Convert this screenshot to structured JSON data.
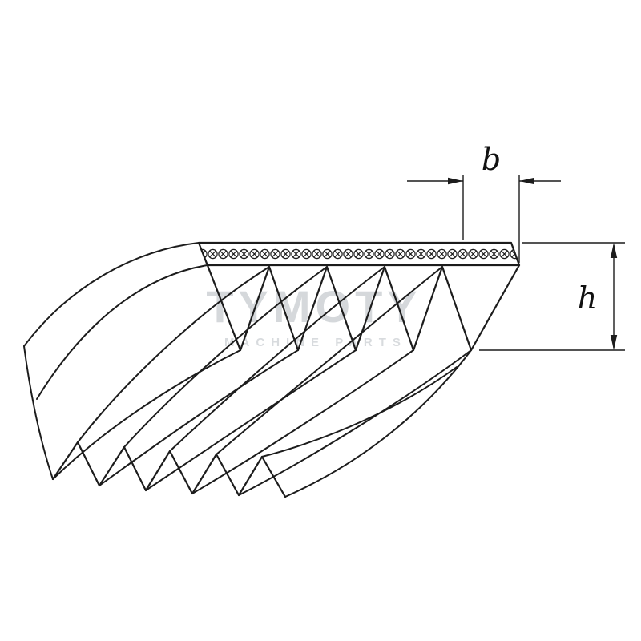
{
  "diagram": {
    "type": "poly-v-belt-technical-drawing",
    "dimensions": {
      "rib_pitch_label": "b",
      "belt_height_label": "h"
    },
    "watermark": {
      "title": "TYMOTY",
      "subtitle": "MACHINE PARTS"
    },
    "colors": {
      "line": "#1c1c1c",
      "watermark_title": "#c7ccd0",
      "watermark_subtitle": "#cfd3d6",
      "background": "#ffffff"
    }
  }
}
